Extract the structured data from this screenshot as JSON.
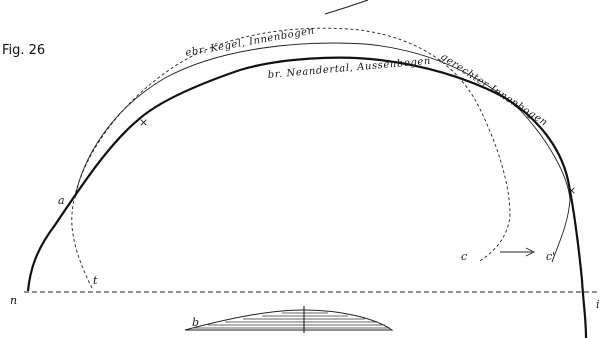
{
  "figure": {
    "title": "Fig. 26",
    "curves": {
      "kegel": "ebr. Kegel, Innenbogen",
      "neandertal": "br. Neandertal, Aussenbogen",
      "gerechter": "gerechter Innenbogen"
    },
    "points": {
      "a": "a",
      "t": "t",
      "n": "n",
      "i": "i",
      "b": "b",
      "c": "c",
      "c_prime": "c'",
      "x_left": "×",
      "x_right": "×"
    },
    "arrow": "→"
  }
}
